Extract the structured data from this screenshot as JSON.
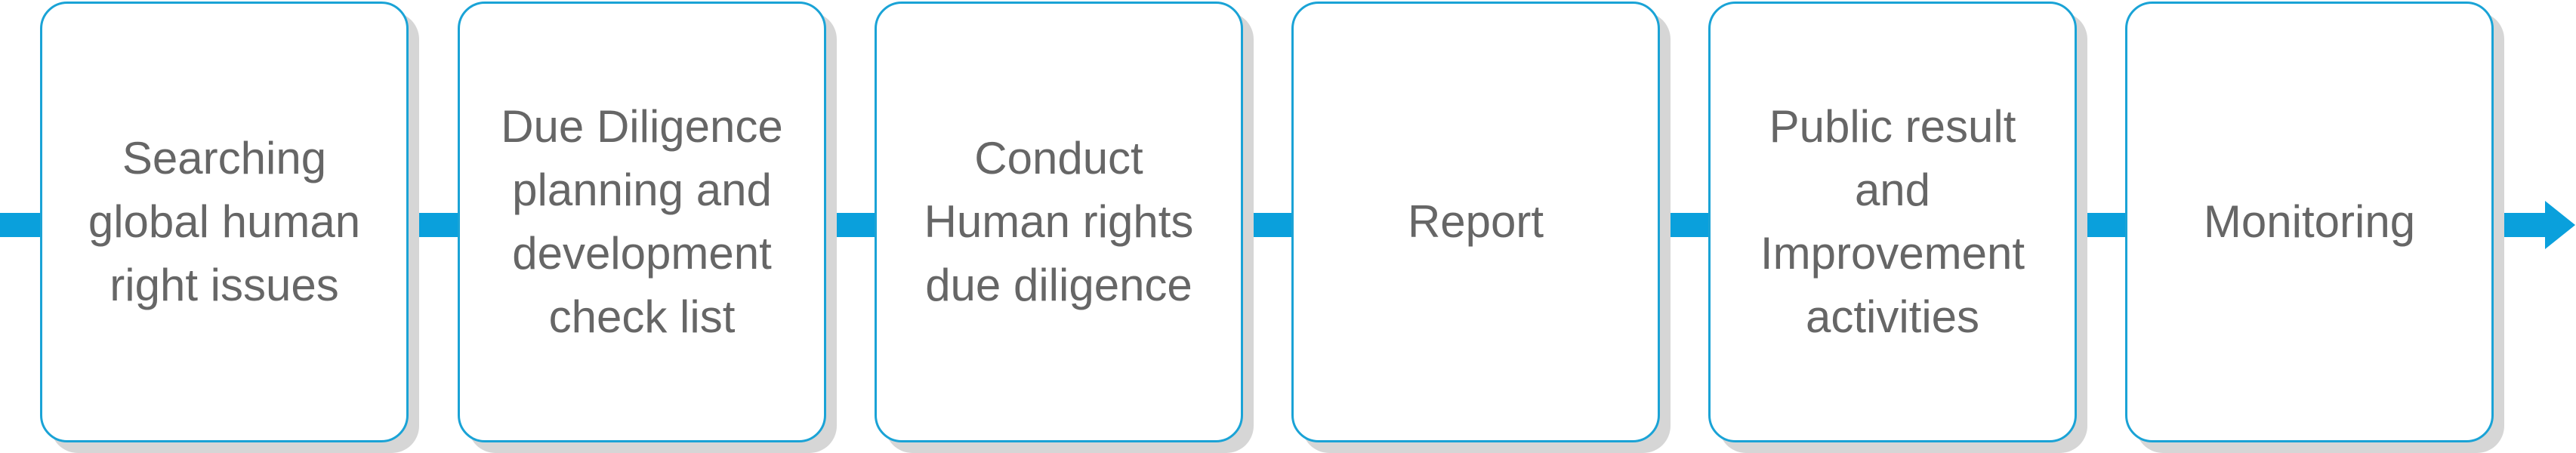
{
  "flow": {
    "steps": [
      {
        "label": "Searching global human right issues"
      },
      {
        "label": "Due Diligence planning and development check list"
      },
      {
        "label": "Conduct Human rights due diligence"
      },
      {
        "label": "Report"
      },
      {
        "label": "Public result and Improvement activities"
      },
      {
        "label": "Monitoring"
      }
    ]
  },
  "colors": {
    "connector": "#0aa0dc",
    "box_border": "#1aa3d6",
    "box_shadow": "#d6d6d6",
    "text": "#666666"
  }
}
